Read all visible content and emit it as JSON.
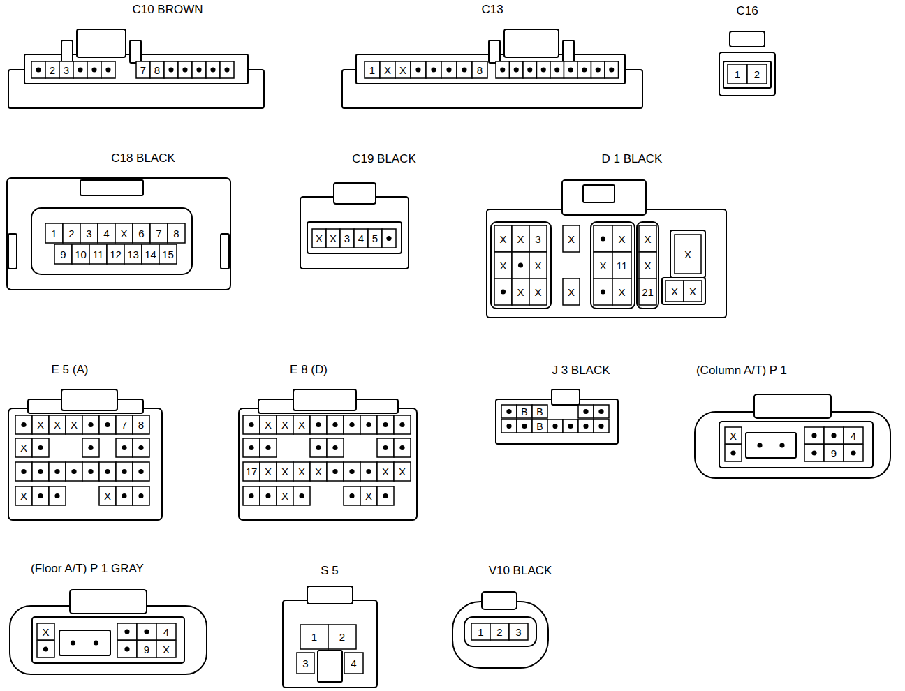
{
  "diagram": {
    "nodes": [
      {
        "text": [
          "C10 BROWN"
        ]
      },
      {
        "text": [
          "C13"
        ]
      },
      {
        "text": [
          "C16"
        ]
      },
      {
        "text": [
          "C18 BLACK"
        ]
      },
      {
        "text": [
          "C19 BLACK"
        ]
      },
      {
        "text": [
          "D 1 BLACK"
        ]
      },
      {
        "text": [
          "E 5 (A)"
        ]
      },
      {
        "text": [
          "E 8 (D)"
        ]
      },
      {
        "text": [
          "J 3 BLACK"
        ]
      },
      {
        "text": [
          "(Column A/T) P 1"
        ]
      },
      {
        "text": [
          "(Floor A/T) P 1 GRAY"
        ]
      },
      {
        "text": [
          "S 5"
        ]
      },
      {
        "text": [
          "V10 BLACK"
        ]
      }
    ],
    "labels": [
      "2",
      "3",
      "7",
      "8",
      "1",
      "X",
      "X",
      "8",
      "1",
      "2",
      "1",
      "2",
      "3",
      "4",
      "X",
      "6",
      "7",
      "8",
      "9",
      "10",
      "11",
      "12",
      "13",
      "14",
      "15",
      "X",
      "X",
      "3",
      "4",
      "5",
      "X",
      "X",
      "3",
      "X",
      "X",
      "X",
      "X",
      "X",
      "X",
      "X",
      "X",
      "11",
      "X",
      "X",
      "X",
      "21",
      "X",
      "X",
      "X",
      "X",
      "X",
      "X",
      "7",
      "8",
      "X",
      "X",
      "X",
      "X",
      "X",
      "X",
      "17",
      "X",
      "X",
      "X",
      "X",
      "X",
      "X",
      "X",
      "X",
      "B",
      "B",
      "B",
      "X",
      "4",
      "9",
      "X",
      "4",
      "9",
      "X",
      "1",
      "2",
      "3",
      "4",
      "1",
      "2",
      "3"
    ]
  }
}
